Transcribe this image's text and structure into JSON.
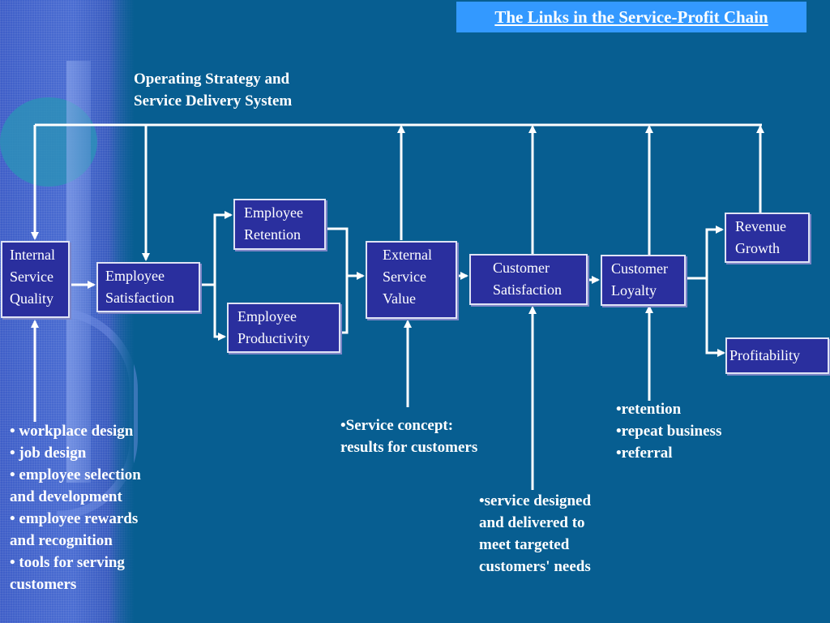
{
  "title": "The Links in the Service-Profit Chain",
  "strategy_label": "Operating Strategy and\nService Delivery System",
  "boxes": {
    "internal_service_quality": "Internal\nService\nQuality",
    "employee_satisfaction": "Employee\nSatisfaction",
    "employee_retention": "Employee\nRetention",
    "employee_productivity": "Employee\nProductivity",
    "external_service_value": "External\nService\nValue",
    "customer_satisfaction": "Customer\nSatisfaction",
    "customer_loyalty": "Customer\nLoyalty",
    "revenue_growth": "Revenue\nGrowth",
    "profitability": "Profitability"
  },
  "notes": {
    "left": "• workplace design\n• job design\n• employee selection\n   and development\n• employee rewards\n   and recognition\n• tools for serving\n   customers",
    "service_concept": "•Service concept:\nresults for customers",
    "customer": "•retention\n•repeat business\n•referral",
    "designed": "•service designed\n  and delivered to\n  meet targeted\n  customers' needs"
  },
  "colors": {
    "background": "#075e91",
    "box_fill": "#2a2f9e",
    "title_fill": "#3399ff",
    "line": "#ffffff"
  }
}
